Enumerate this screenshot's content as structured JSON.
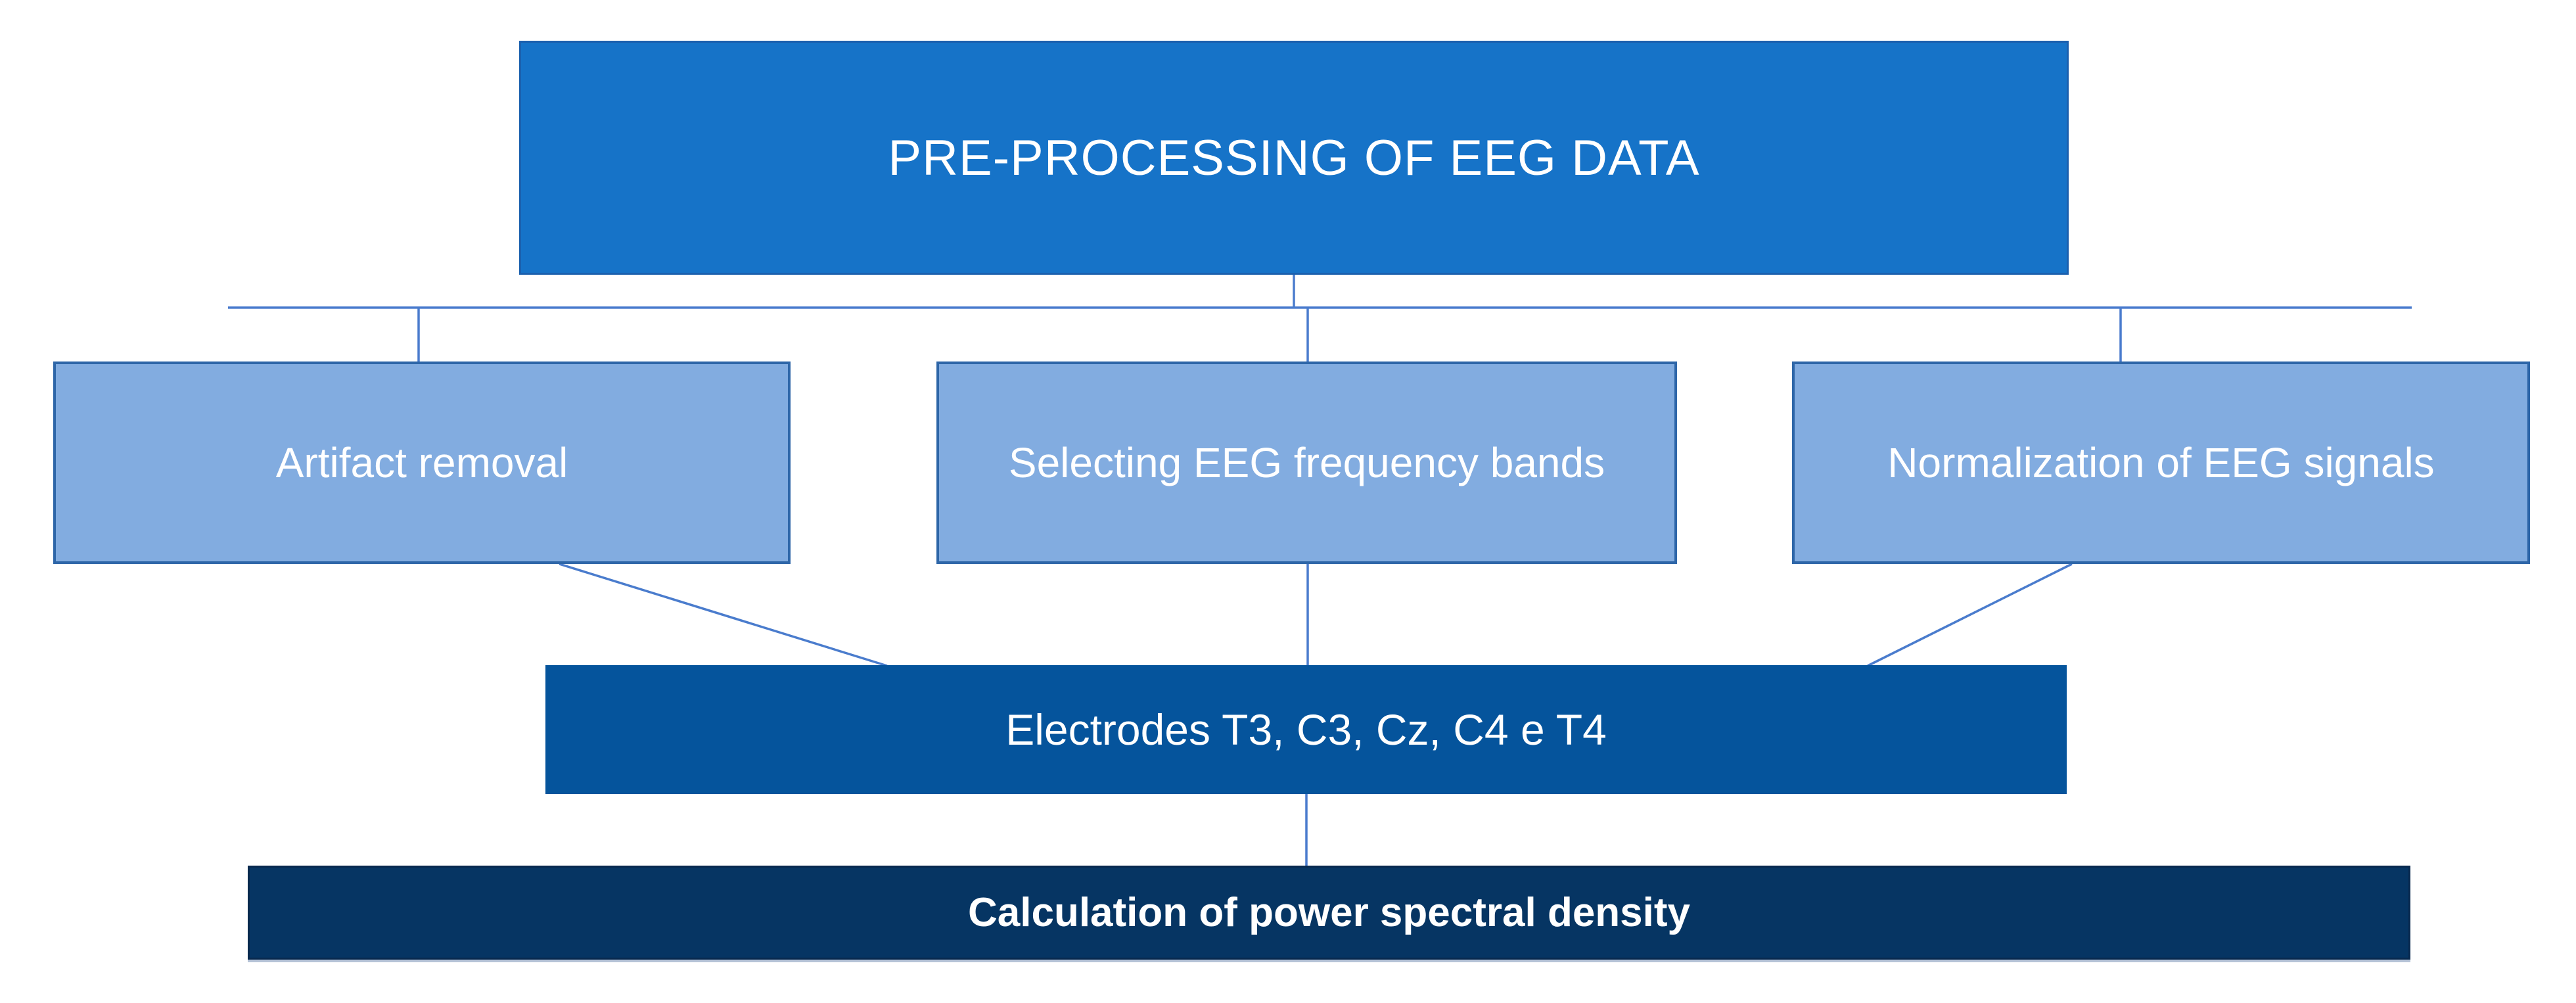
{
  "diagram": {
    "title_box": {
      "label": "PRE-PROCESSING OF EEG DATA"
    },
    "process_boxes": [
      {
        "id": "artifact-removal",
        "label": "Artifact removal"
      },
      {
        "id": "frequency-bands",
        "label": "Selecting EEG frequency bands"
      },
      {
        "id": "normalization",
        "label": "Normalization of EEG signals"
      }
    ],
    "electrodes_box": {
      "label": "Electrodes T3, C3, Cz, C4 e T4"
    },
    "psd_box": {
      "label": "Calculation of power spectral density"
    },
    "edges": [
      {
        "from": "title",
        "to": "artifact-removal"
      },
      {
        "from": "title",
        "to": "frequency-bands"
      },
      {
        "from": "title",
        "to": "normalization"
      },
      {
        "from": "artifact-removal",
        "to": "electrodes"
      },
      {
        "from": "frequency-bands",
        "to": "electrodes"
      },
      {
        "from": "normalization",
        "to": "electrodes"
      },
      {
        "from": "electrodes",
        "to": "psd"
      }
    ],
    "colors": {
      "background": "#ffffff",
      "title-fill": "#1673c8",
      "title-border": "#1b60ae",
      "process-fill": "#82ace0",
      "process-border": "#2e66a8",
      "electrodes-fill": "#05549c",
      "psd-fill": "#063563",
      "psd-border": "#08294e",
      "connector": "#4a7ccd",
      "text": "#ffffff"
    }
  }
}
